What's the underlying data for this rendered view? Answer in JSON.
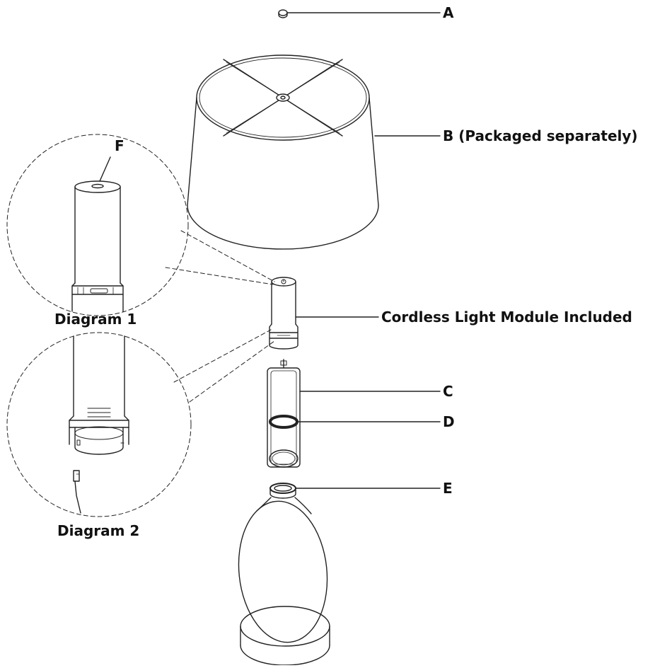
{
  "labels": {
    "a": "A",
    "b": "B (Packaged separately)",
    "c": "C",
    "d": "D",
    "e": "E",
    "f": "F",
    "module": "Cordless Light Module Included",
    "diagram1": "Diagram 1",
    "diagram2": "Diagram 2"
  }
}
